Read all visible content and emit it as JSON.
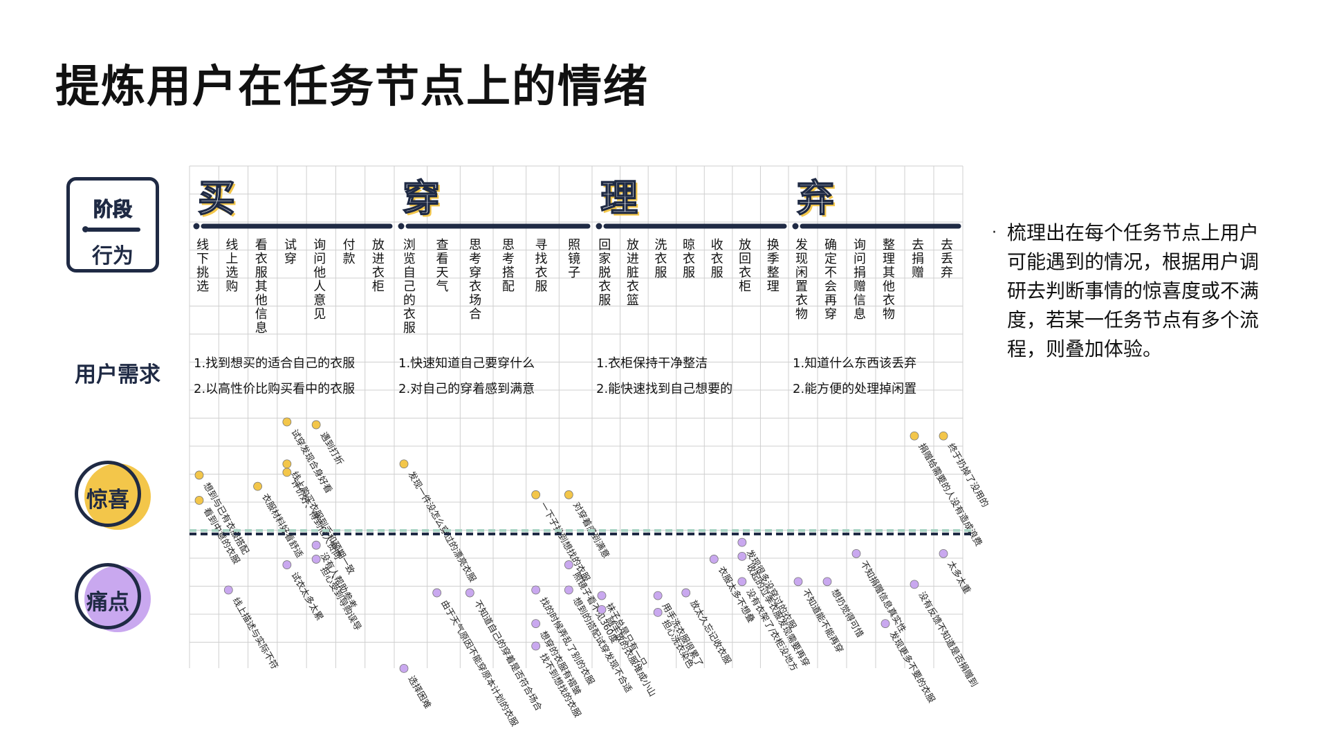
{
  "title": "提炼用户在任务节点上的情绪",
  "side": {
    "stage_label": "阶段",
    "behavior_label": "行为",
    "needs_label": "用户需求",
    "delight_label": "惊喜",
    "pain_label": "痛点"
  },
  "note": "梳理出在每个任务节点上用户可能遇到的情况，根据用户调研去判断事情的惊喜度或不满度，若某一任务节点有多个流程，则叠加体验。",
  "colors": {
    "navy": "#1f2a44",
    "delight": "#f3c64a",
    "pain": "#c9a8ef",
    "baseline_pale": "#a9d4c4",
    "grid": "#cfcfcf"
  },
  "stages": [
    {
      "name": "买",
      "behaviors": [
        "线下挑选",
        "线上选购",
        "看衣服其他信息",
        "试穿",
        "询问他人意见",
        "付款",
        "放进衣柜"
      ],
      "needs": [
        "1.找到想买的适合自己的衣服",
        "2.以高性价比购买看中的衣服"
      ],
      "delights": [
        {
          "col": 0,
          "level": 2.1,
          "text": "想到与已有衣服搭配"
        },
        {
          "col": 0,
          "level": 1.2,
          "text": "看到中意的衣服"
        },
        {
          "col": 2,
          "level": 1.7,
          "text": "衣服材料好看舒适"
        },
        {
          "col": 3,
          "level": 4.0,
          "text": "试穿发现合身好看"
        },
        {
          "col": 3,
          "level": 2.5,
          "text": "线上购买衣服到手和预期一致"
        },
        {
          "col": 3,
          "level": 2.2,
          "text": "评价好、得到他人赞同"
        },
        {
          "col": 4,
          "level": 3.9,
          "text": "遇到打折"
        }
      ],
      "pains": [
        {
          "col": 1,
          "level": 2.0,
          "text": "线上描述与实际不符"
        },
        {
          "col": 3,
          "level": 1.1,
          "text": "试衣太多太累"
        },
        {
          "col": 4,
          "level": 0.4,
          "text": "没有人帮助参考"
        },
        {
          "col": 4,
          "level": 0.9,
          "text": "担心受到导购误导"
        }
      ]
    },
    {
      "name": "穿",
      "behaviors": [
        "浏览自己的衣服",
        "查看天气",
        "思考穿衣场合",
        "思考搭配",
        "寻找衣服",
        "照镜子"
      ],
      "needs": [
        "1.快速知道自己要穿什么",
        "2.对自己的穿着感到满意"
      ],
      "delights": [
        {
          "col": 0,
          "level": 2.5,
          "text": "发现一件没怎么穿过的漂亮衣服"
        },
        {
          "col": 4,
          "level": 1.4,
          "text": "一下子找到想找的衣服"
        },
        {
          "col": 5,
          "level": 1.4,
          "text": "对穿着感到满意"
        }
      ],
      "pains": [
        {
          "col": 0,
          "level": 4.8,
          "text": "选择困难"
        },
        {
          "col": 1,
          "level": 2.1,
          "text": "由于天气原因不能穿原本计划的衣服"
        },
        {
          "col": 2,
          "level": 2.1,
          "text": "不知道自己的穿着是否符合场合"
        },
        {
          "col": 4,
          "level": 2.0,
          "text": "找的时候弄乱了别的衣服"
        },
        {
          "col": 4,
          "level": 3.2,
          "text": "想穿的衣服有褶皱"
        },
        {
          "col": 4,
          "level": 4.0,
          "text": "找不到想找的衣服"
        },
        {
          "col": 5,
          "level": 1.1,
          "text": "照镜子看不见360度"
        },
        {
          "col": 5,
          "level": 2.0,
          "text": "想到的搭配试穿发现不合适"
        }
      ]
    },
    {
      "name": "理",
      "behaviors": [
        "回家脱衣服",
        "放进脏衣篮",
        "洗衣服",
        "晾衣服",
        "收衣服",
        "放回衣柜",
        "换季整理"
      ],
      "needs": [
        "1.衣柜保持干净整洁",
        "2.能快速找到自己想要的"
      ],
      "delights": [],
      "pains": [
        {
          "col": 0,
          "level": 2.2,
          "text": "袜子总是只有一只"
        },
        {
          "col": 0,
          "level": 2.7,
          "text": "随手放的衣服堆成小山"
        },
        {
          "col": 2,
          "level": 2.2,
          "text": "用手洗衣服很累了"
        },
        {
          "col": 2,
          "level": 2.8,
          "text": "担心洗衣染色"
        },
        {
          "col": 3,
          "level": 2.1,
          "text": "放太久忘记收衣服"
        },
        {
          "col": 4,
          "level": 0.9,
          "text": "衣服太多不想叠"
        },
        {
          "col": 5,
          "level": 1.7,
          "text": "没有衣架了/衣柜没地方"
        },
        {
          "col": 5,
          "level": 0.8,
          "text": "收起的过季衣服发现需要再穿"
        },
        {
          "col": 5,
          "level": 0.3,
          "text": "发现很多没穿过的衣服"
        }
      ]
    },
    {
      "name": "弃",
      "behaviors": [
        "发现闲置衣物",
        "确定不会再穿",
        "询问捐赠信息",
        "整理其他衣物",
        "去捐赠",
        "去丢弃"
      ],
      "needs": [
        "1.知道什么东西该丢弃",
        "2.能方便的处理掉闲置"
      ],
      "delights": [
        {
          "col": 4,
          "level": 3.5,
          "text": "捐赠给需要的人没有造成浪费"
        },
        {
          "col": 5,
          "level": 3.5,
          "text": "终于扔掉了没用的"
        }
      ],
      "pains": [
        {
          "col": 0,
          "level": 1.7,
          "text": "不知道能不能再穿"
        },
        {
          "col": 1,
          "level": 1.7,
          "text": "想扔觉得可惜"
        },
        {
          "col": 2,
          "level": 0.7,
          "text": "不知捐赠信息真实性"
        },
        {
          "col": 3,
          "level": 3.2,
          "text": "发现更多不要的衣服"
        },
        {
          "col": 4,
          "level": 1.8,
          "text": "没有反馈不知道是否捐赠到"
        },
        {
          "col": 5,
          "level": 0.7,
          "text": "太多太重"
        }
      ]
    }
  ]
}
